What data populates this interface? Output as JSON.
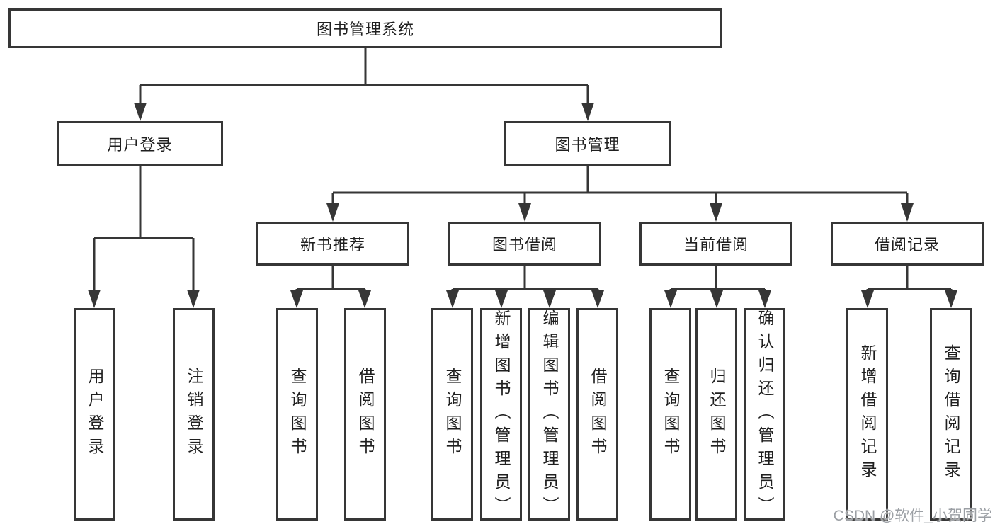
{
  "tree": {
    "root": {
      "label": "图书管理系统"
    },
    "branches": [
      {
        "label": "用户登录",
        "children": [
          {
            "label": "用户登录"
          },
          {
            "label": "注销登录"
          }
        ]
      },
      {
        "label": "图书管理",
        "children": [
          {
            "label": "新书推荐",
            "children": [
              {
                "label": "查询图书"
              },
              {
                "label": "借阅图书"
              }
            ]
          },
          {
            "label": "图书借阅",
            "children": [
              {
                "label": "查询图书"
              },
              {
                "label": "新增图书（管理员）"
              },
              {
                "label": "编辑图书（管理员）"
              },
              {
                "label": "借阅图书"
              }
            ]
          },
          {
            "label": "当前借阅",
            "children": [
              {
                "label": "查询图书"
              },
              {
                "label": "归还图书"
              },
              {
                "label": "确认归还（管理员）"
              }
            ]
          },
          {
            "label": "借阅记录",
            "children": [
              {
                "label": "新增借阅记录"
              },
              {
                "label": "查询借阅记录"
              }
            ]
          }
        ]
      }
    ]
  },
  "watermark": {
    "text": "CSDN @软件_小贺同学"
  },
  "colors": {
    "line": "#363636",
    "box_border": "#363636",
    "text": "#1f1f1f",
    "background": "#ffffff",
    "watermark": "#9b9fa4"
  }
}
